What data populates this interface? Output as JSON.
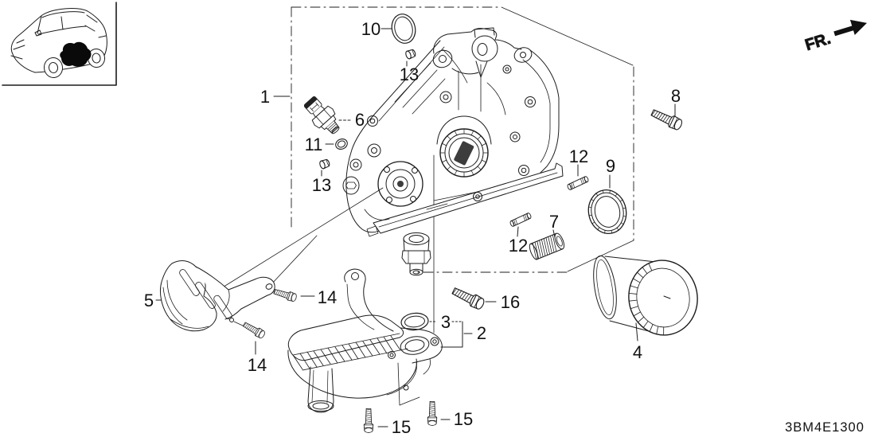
{
  "diagram": {
    "code": "3BM4E1300",
    "fr_label": "FR.",
    "background": "#ffffff",
    "line_color": "#1c1c1c",
    "text_color": "#111111"
  },
  "callouts": [
    {
      "label": "1"
    },
    {
      "label": "2"
    },
    {
      "label": "3"
    },
    {
      "label": "4"
    },
    {
      "label": "5"
    },
    {
      "label": "6"
    },
    {
      "label": "7"
    },
    {
      "label": "8"
    },
    {
      "label": "9"
    },
    {
      "label": "10"
    },
    {
      "label": "11"
    },
    {
      "label": "12"
    },
    {
      "label": "12"
    },
    {
      "label": "13"
    },
    {
      "label": "13"
    },
    {
      "label": "14"
    },
    {
      "label": "14"
    },
    {
      "label": "15"
    },
    {
      "label": "15"
    },
    {
      "label": "16"
    }
  ]
}
